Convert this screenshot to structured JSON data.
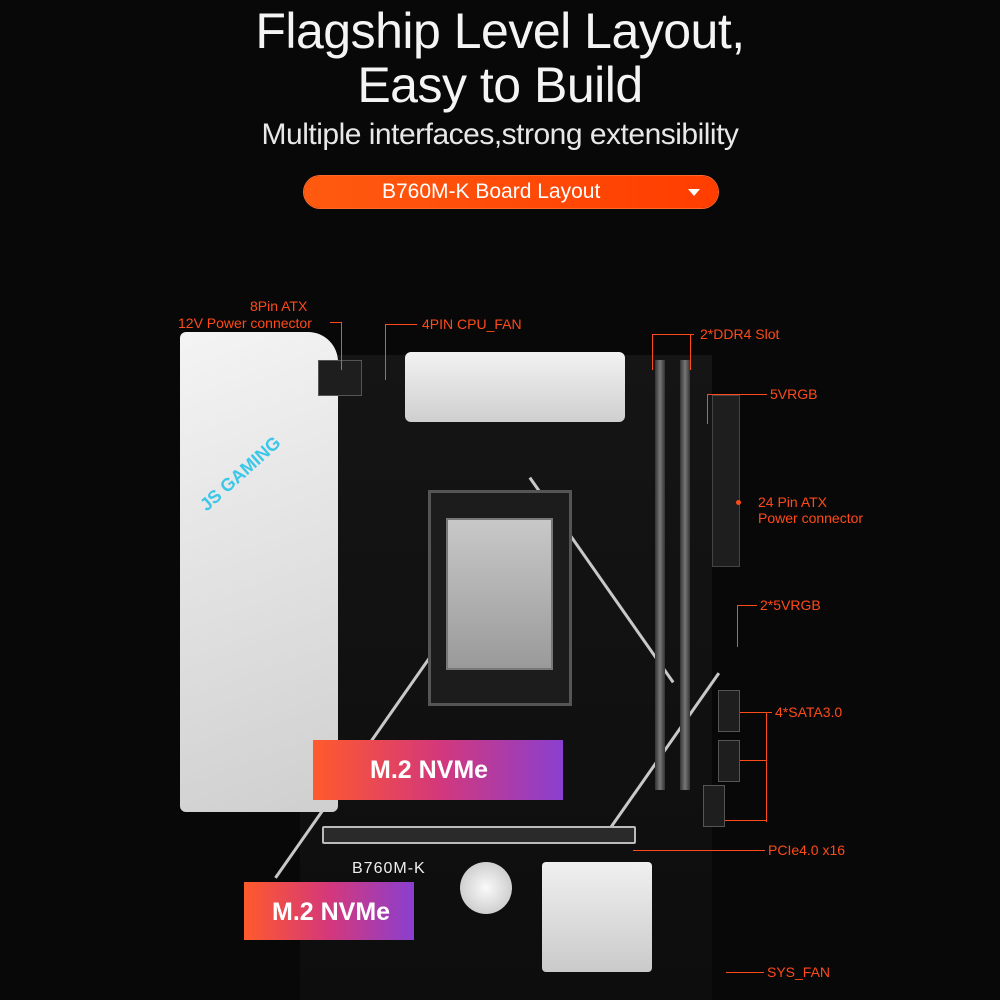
{
  "header": {
    "title_line1": "Flagship Level Layout,",
    "title_line2": "Easy to Build",
    "subtitle": "Multiple interfaces,strong extensibility"
  },
  "layout_selector": {
    "label": "B760M-K  Board Layout",
    "icon": "triangle-down-icon",
    "accent_color": "#ff4a10"
  },
  "board": {
    "model_label": "B760M-K",
    "m2_slot_1_label": "M.2 NVMe",
    "m2_slot_2_label": "M.2 NVMe",
    "brand_text": "JS GAMING"
  },
  "callouts": {
    "atx8_line1": "8Pin ATX",
    "atx8_line2": "12V Power connector",
    "cpu_fan": "4PIN CPU_FAN",
    "ddr4": "2*DDR4 Slot",
    "vrgb5": "5VRGB",
    "atx24_line1": "24 Pin ATX",
    "atx24_line2": "Power connector",
    "vrgb5x2": "2*5VRGB",
    "sata": "4*SATA3.0",
    "pcie": "PCIe4.0 x16",
    "sys_fan": "SYS_FAN"
  },
  "colors": {
    "callout": "#ff4a1a",
    "background": "#080808"
  }
}
